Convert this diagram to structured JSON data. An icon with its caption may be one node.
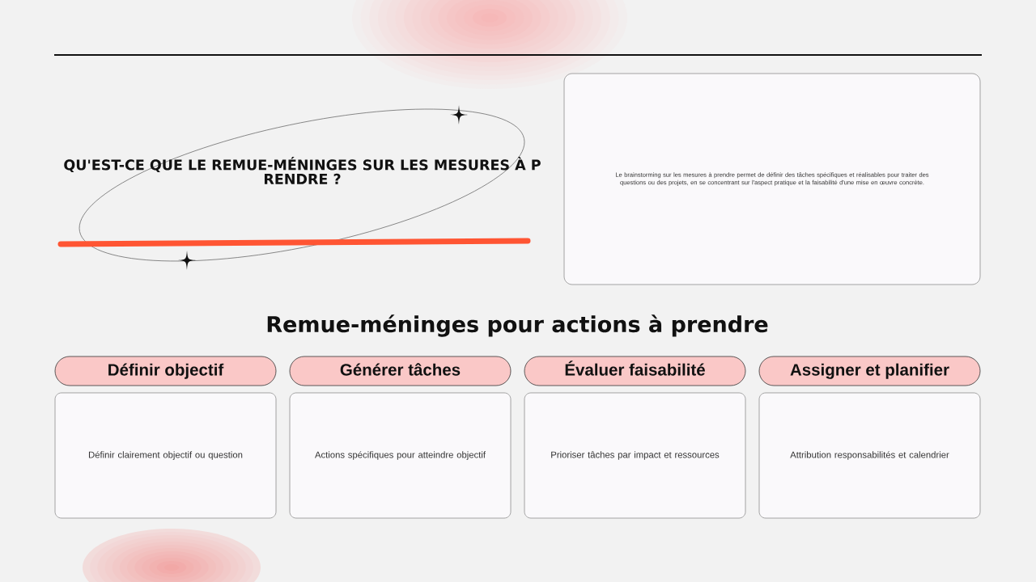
{
  "diagram": {
    "title": "Remue-méninges pour actions à prendre",
    "nodes": [
      {
        "text": [
          "QU'EST-CE QUE LE REMUE-MÉNINGES SUR LES MESURES À P RENDRE ?"
        ]
      },
      {
        "text": [
          "Le brainstorming sur les mesures à prendre permet de définir des tâches spécifiques et réalisables pour traiter des questions ou des projets, en se concentrant sur l'aspect pratique et la faisabilité d'une mise en œuvre concrète."
        ]
      },
      {
        "text": [
          "Définir objectif"
        ]
      },
      {
        "text": [
          "Générer tâches"
        ]
      },
      {
        "text": [
          "Évaluer faisabilité"
        ]
      },
      {
        "text": [
          "Assigner et planifier"
        ]
      },
      {
        "text": [
          "Définir clairement objectif ou question"
        ]
      },
      {
        "text": [
          "Actions spécifiques pour atteindre objectif"
        ]
      },
      {
        "text": [
          "Prioriser tâches par impact et ressources"
        ]
      },
      {
        "text": [
          "Attribution responsabilités et calendrier"
        ]
      }
    ]
  }
}
